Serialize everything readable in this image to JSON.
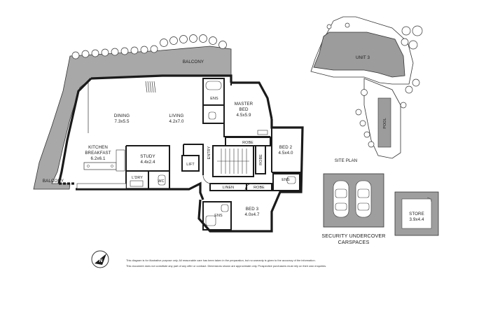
{
  "floorplan": {
    "rooms": {
      "balcony_top": "BALCONY",
      "balcony_left": "BALCONY",
      "dining_name": "DINING",
      "dining_dim": "7.3x5.5",
      "living_name": "LIVING",
      "living_dim": "4.2x7.0",
      "kitchen_name": "KITCHEN",
      "kitchen_name2": "BREAKFAST",
      "kitchen_dim": "6.2x6.1",
      "study_name": "STUDY",
      "study_dim": "4.4x2.4",
      "ens_master": "ENS",
      "master_name": "MASTER",
      "master_name2": "BED",
      "master_dim": "4.5x5.9",
      "robe_master": "ROBE",
      "robe_side": "ROBE",
      "entry": "ENTRY",
      "lift": "LIFT",
      "bed2_name": "BED 2",
      "bed2_dim": "4.5x4.0",
      "ldry": "L'DRY",
      "wc": "WC",
      "linen": "LINEN",
      "robe_bed3": "ROBE",
      "ens_bed2": "ENS",
      "bed3_name": "BED 3",
      "bed3_dim": "4.0x4.7",
      "ens_bed3": "ENS"
    },
    "site_plan": {
      "title": "SITE PLAN",
      "unit": "UNIT 3",
      "pool": "POOL"
    },
    "carspaces": {
      "line1": "SECURITY UNDERCOVER",
      "line2": "CARSPACES"
    },
    "store": {
      "name": "STORE",
      "dim": "3.9x4.4"
    },
    "north_label": "N",
    "disclaimer_line1": "This diagram is for illustrative purpose only. All reasonable care has been taken in the preparation, but no warranty is given to the accuracy of the information.",
    "disclaimer_line2": "This document does not constitute any part of any offer or contract. Dimensions shown are approximate only. Prospective purchasers must rely on their own enquiries.",
    "colors": {
      "balcony_fill": "#a8a8a8",
      "unit_fill": "#9c9c9c",
      "wall": "#1a1a1a",
      "carspace_fill": "#9e9e9e",
      "store_fill": "#9e9e9e"
    }
  }
}
